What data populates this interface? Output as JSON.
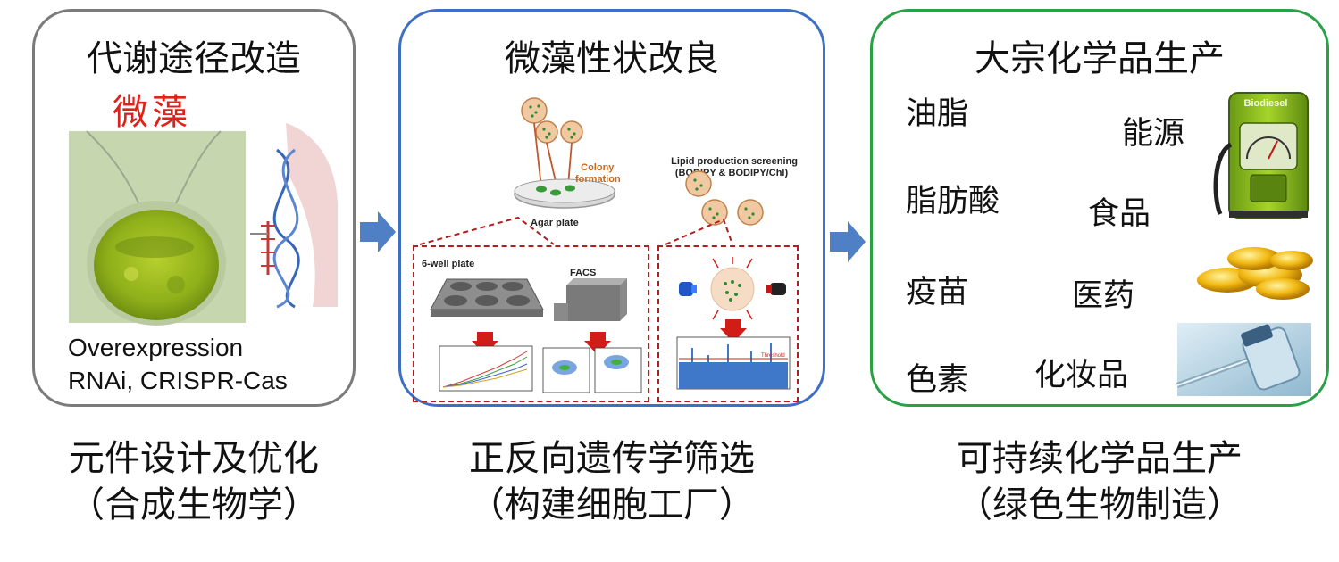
{
  "panels": {
    "metabolic": {
      "title": "代谢途径改造",
      "organism": "微藻",
      "methods": [
        "Overexpression",
        "RNAi, CRISPR-Cas"
      ]
    },
    "trait": {
      "title": "微藻性状改良",
      "colony": "Colony\nformation",
      "agar": "Agar plate",
      "lipid_screen": "Lipid production screening\n(BODIPY & BODIPY/Chl)",
      "six_well": "6-well plate",
      "facs": "FACS",
      "threshold": "Threshold"
    },
    "production": {
      "title": "大宗化学品生产",
      "products": [
        "油脂",
        "能源",
        "脂肪酸",
        "食品",
        "疫苗",
        "医药",
        "色素",
        "化妆品"
      ],
      "fuel_label": "Biodiesel"
    }
  },
  "captions": {
    "left": [
      "元件设计及优化",
      "（合成生物学）"
    ],
    "middle": [
      "正反向遗传学筛选",
      "（构建细胞工厂）"
    ],
    "right": [
      "可持续化学品生产",
      "（绿色生物制造）"
    ]
  },
  "colors": {
    "panel_gray": "#7b7b7b",
    "panel_blue": "#3d6fc4",
    "panel_green": "#2aa146",
    "arrow_blue": "#4f7fc4",
    "accent_red": "#e0211b",
    "dash_red": "#b01f1f",
    "cell_green": "#9fbe16"
  },
  "icons": [
    "right-arrow-icon",
    "microalga-cell-icon",
    "dna-helix-icon",
    "gloved-hand-icon",
    "petri-dish-icon",
    "fuel-pump-icon",
    "softgel-capsules-icon",
    "vaccine-vial-icon"
  ]
}
